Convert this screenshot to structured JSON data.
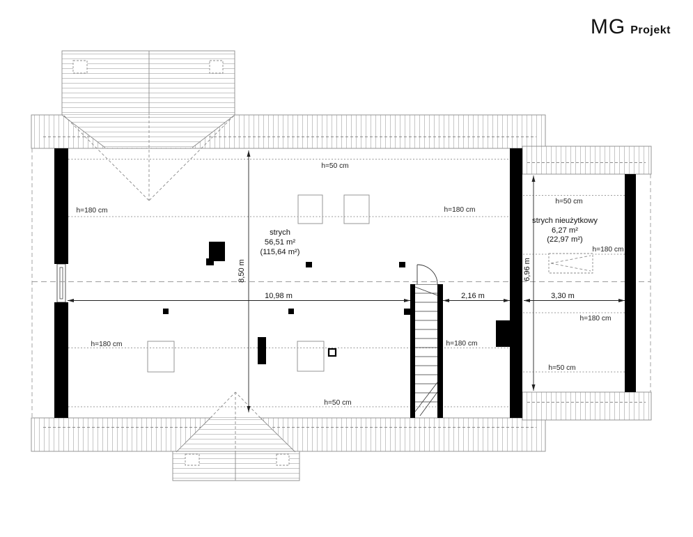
{
  "logo": {
    "mg": "MG",
    "projekt": "Projekt"
  },
  "rooms": {
    "attic": {
      "name": "strych",
      "area": "56,51 m²",
      "area_gross": "(115,64 m²)"
    },
    "attic_unused": {
      "name": "strych nieużytkowy",
      "area": "6,27 m²",
      "area_gross": "(22,97 m²)"
    }
  },
  "heights": {
    "h50": "h=50 cm",
    "h180": "h=180 cm"
  },
  "dims": {
    "main_width": "10,98 m",
    "stair_bay_width": "2,16 m",
    "side_width": "3,30 m",
    "main_depth": "8,50 m",
    "side_depth": "6,96 m"
  }
}
